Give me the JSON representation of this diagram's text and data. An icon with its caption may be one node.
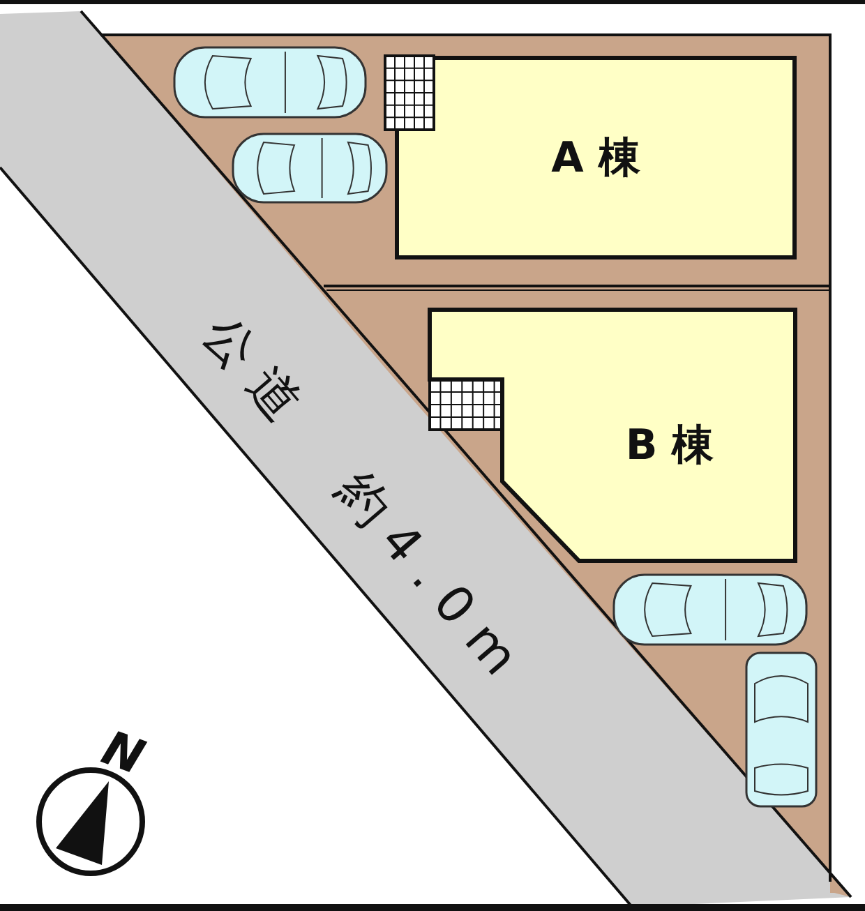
{
  "diagram": {
    "nodes": [
      {
        "text": [
          "A 棟"
        ]
      },
      {
        "text": [
          "B 棟"
        ]
      }
    ],
    "labels": [
      "公道 約4.0m",
      "N"
    ]
  }
}
